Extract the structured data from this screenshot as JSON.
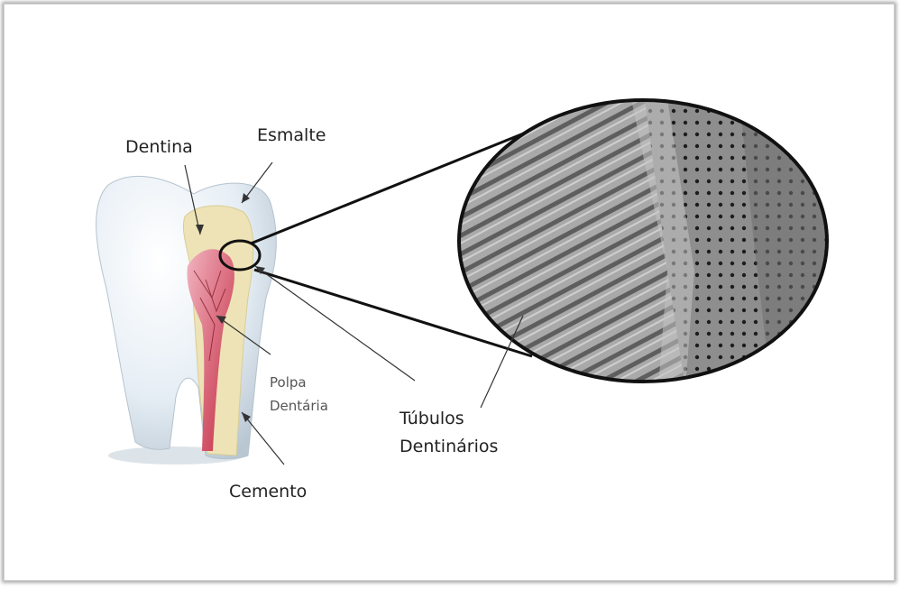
{
  "labels": {
    "dentina": "Dentina",
    "esmalte": "Esmalte",
    "polpa_line1": "Polpa",
    "polpa_line2": "Dentária",
    "tubulos_line1": "Túbulos",
    "tubulos_line2": "Dentinários",
    "cemento": "Cemento"
  },
  "colors": {
    "enamel": "#e3ecf3",
    "dentin": "#eee3b6",
    "pulp": "#c9364f",
    "micrograph": "#777777",
    "line": "#111111"
  }
}
